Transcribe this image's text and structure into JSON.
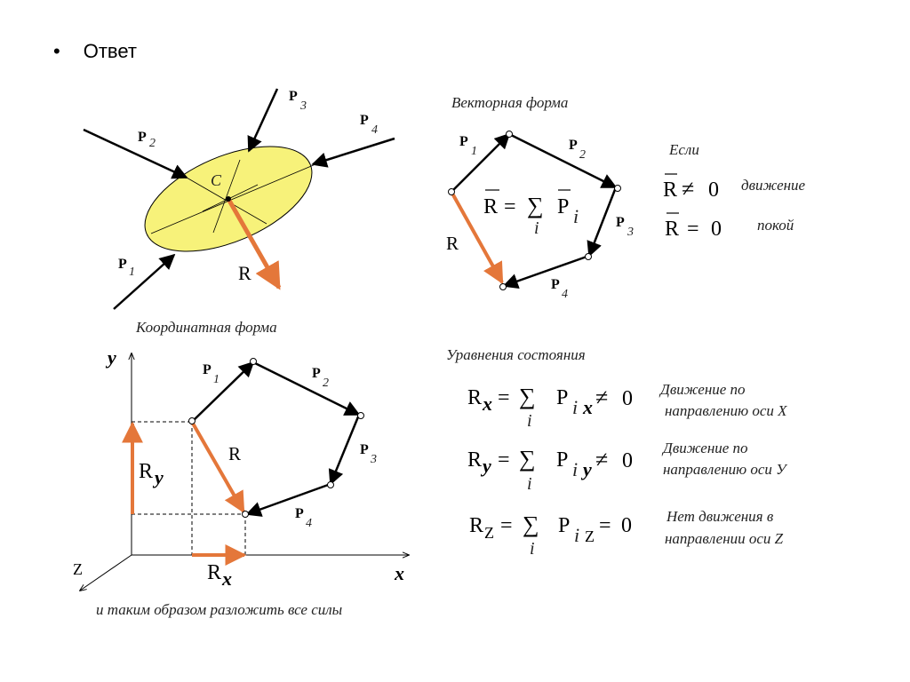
{
  "header": {
    "bullet": "•",
    "title": "Ответ"
  },
  "labels": {
    "vector_form": "Векторная форма",
    "coord_form": "Координатная форма",
    "state_equations": "Уравнения состояния",
    "footer": "и таким образом разложить все силы",
    "if": "Если",
    "motion": "движение",
    "rest": "покой"
  },
  "symbols": {
    "P": "P",
    "R": "R",
    "C": "C",
    "i": "i",
    "x": "x",
    "y": "y",
    "z": "Z",
    "sum": "∑",
    "eq": "=",
    "neq": "≠",
    "zero": "0",
    "s1": "1",
    "s2": "2",
    "s3": "3",
    "s4": "4"
  },
  "equations": {
    "x_desc_1": "Движение по",
    "x_desc_2": "направлению оси X",
    "y_desc_1": "Движение по",
    "y_desc_2": "направлению оси У",
    "z_desc_1": "Нет движения в",
    "z_desc_2": "направлении оси Z"
  },
  "colors": {
    "ellipse_fill": "#f7f27a",
    "resultant": "#e4773a",
    "line": "#000000"
  }
}
